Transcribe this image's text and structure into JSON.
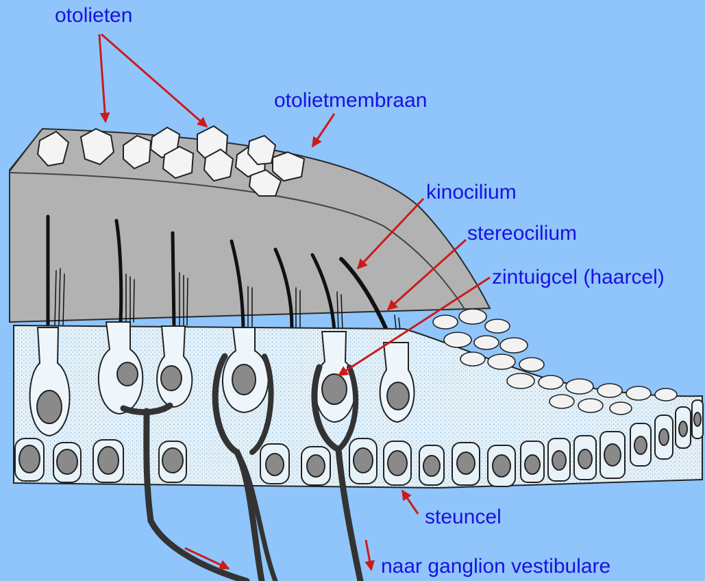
{
  "labels": {
    "otolieten": "otolieten",
    "otolietmembraan": "otolietmembraan",
    "kinocilium": "kinocilium",
    "stereocilium": "stereocilium",
    "zintuigcel": "zintuigcel (haarcel)",
    "steuncel": "steuncel",
    "ganglion": "naar ganglion vestibulare"
  },
  "colors": {
    "background": "#8fc5fb",
    "label_text": "#1a10e0",
    "arrow": "#cc1a1a",
    "membrane": "#b0b0b0",
    "cell_fill": "#dcecf6",
    "nerve": "#3a3a3a"
  }
}
